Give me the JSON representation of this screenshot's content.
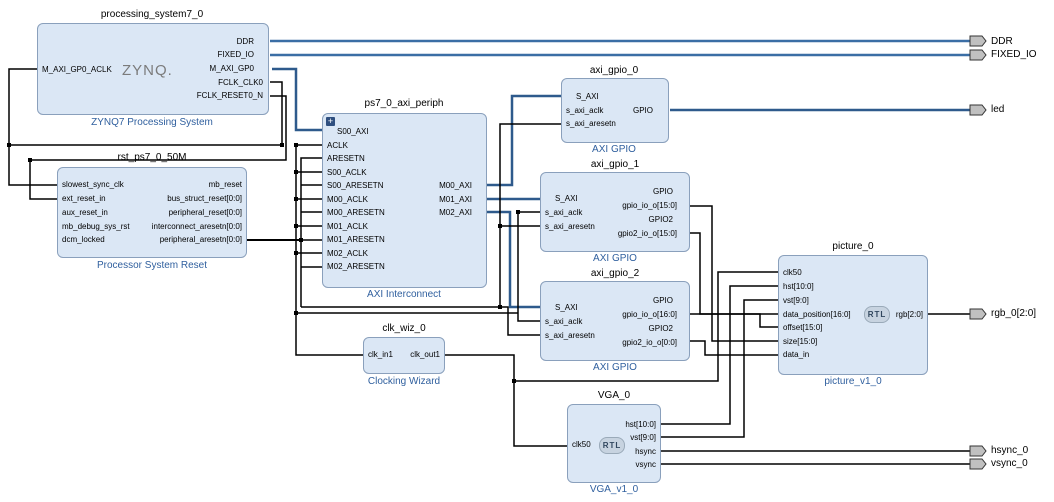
{
  "blocks": {
    "ps": {
      "name": "processing_system7_0",
      "sub": "ZYNQ7 Processing System",
      "logo": "ZYNQ.",
      "in_pins": [
        "M_AXI_GP0_ACLK"
      ],
      "out_pins": [
        "DDR",
        "FIXED_IO",
        "M_AXI_GP0",
        "FCLK_CLK0",
        "FCLK_RESET0_N"
      ]
    },
    "rst": {
      "name": "rst_ps7_0_50M",
      "sub": "Processor System Reset",
      "in_pins": [
        "slowest_sync_clk",
        "ext_reset_in",
        "aux_reset_in",
        "mb_debug_sys_rst",
        "dcm_locked"
      ],
      "out_pins": [
        "mb_reset",
        "bus_struct_reset[0:0]",
        "peripheral_reset[0:0]",
        "interconnect_aresetn[0:0]",
        "peripheral_aresetn[0:0]"
      ]
    },
    "ic": {
      "name": "ps7_0_axi_periph",
      "sub": "AXI Interconnect",
      "in_pins": [
        "S00_AXI",
        "ACLK",
        "ARESETN",
        "S00_ACLK",
        "S00_ARESETN",
        "M00_ACLK",
        "M00_ARESETN",
        "M01_ACLK",
        "M01_ARESETN",
        "M02_ACLK",
        "M02_ARESETN"
      ],
      "out_pins": [
        "M00_AXI",
        "M01_AXI",
        "M02_AXI"
      ]
    },
    "g0": {
      "name": "axi_gpio_0",
      "sub": "AXI GPIO",
      "in_pins": [
        "S_AXI",
        "s_axi_aclk",
        "s_axi_aresetn"
      ],
      "out_pins": [
        "GPIO"
      ]
    },
    "g1": {
      "name": "axi_gpio_1",
      "sub": "AXI GPIO",
      "in_pins": [
        "S_AXI",
        "s_axi_aclk",
        "s_axi_aresetn"
      ],
      "out_pins": [
        "GPIO",
        "gpio_io_o[15:0]",
        "GPIO2",
        "gpio2_io_o[15:0]"
      ]
    },
    "g2": {
      "name": "axi_gpio_2",
      "sub": "AXI GPIO",
      "in_pins": [
        "S_AXI",
        "s_axi_aclk",
        "s_axi_aresetn"
      ],
      "out_pins": [
        "GPIO",
        "gpio_io_o[16:0]",
        "GPIO2",
        "gpio2_io_o[0:0]"
      ]
    },
    "pic": {
      "name": "picture_0",
      "sub": "picture_v1_0",
      "badge": "RTL",
      "in_pins": [
        "clk50",
        "hst[10:0]",
        "vst[9:0]",
        "data_position[16:0]",
        "offset[15:0]",
        "size[15:0]",
        "data_in"
      ],
      "out_pins": [
        "rgb[2:0]"
      ]
    },
    "clk": {
      "name": "clk_wiz_0",
      "sub": "Clocking Wizard",
      "in_pins": [
        "clk_in1"
      ],
      "out_pins": [
        "clk_out1"
      ]
    },
    "vga": {
      "name": "VGA_0",
      "sub": "VGA_v1_0",
      "badge": "RTL",
      "in_pins": [
        "clk50"
      ],
      "out_pins": [
        "hst[10:0]",
        "vst[9:0]",
        "hsync",
        "vsync"
      ]
    }
  },
  "ports": [
    "DDR",
    "FIXED_IO",
    "led",
    "rgb_0[2:0]",
    "hsync_0",
    "vsync_0"
  ],
  "colors": {
    "block_fill": "#dbe7f5",
    "block_border": "#8aa0bc",
    "wire": "#000000",
    "bus": "#2e5a8c",
    "sub_text": "#2f5f9e"
  }
}
